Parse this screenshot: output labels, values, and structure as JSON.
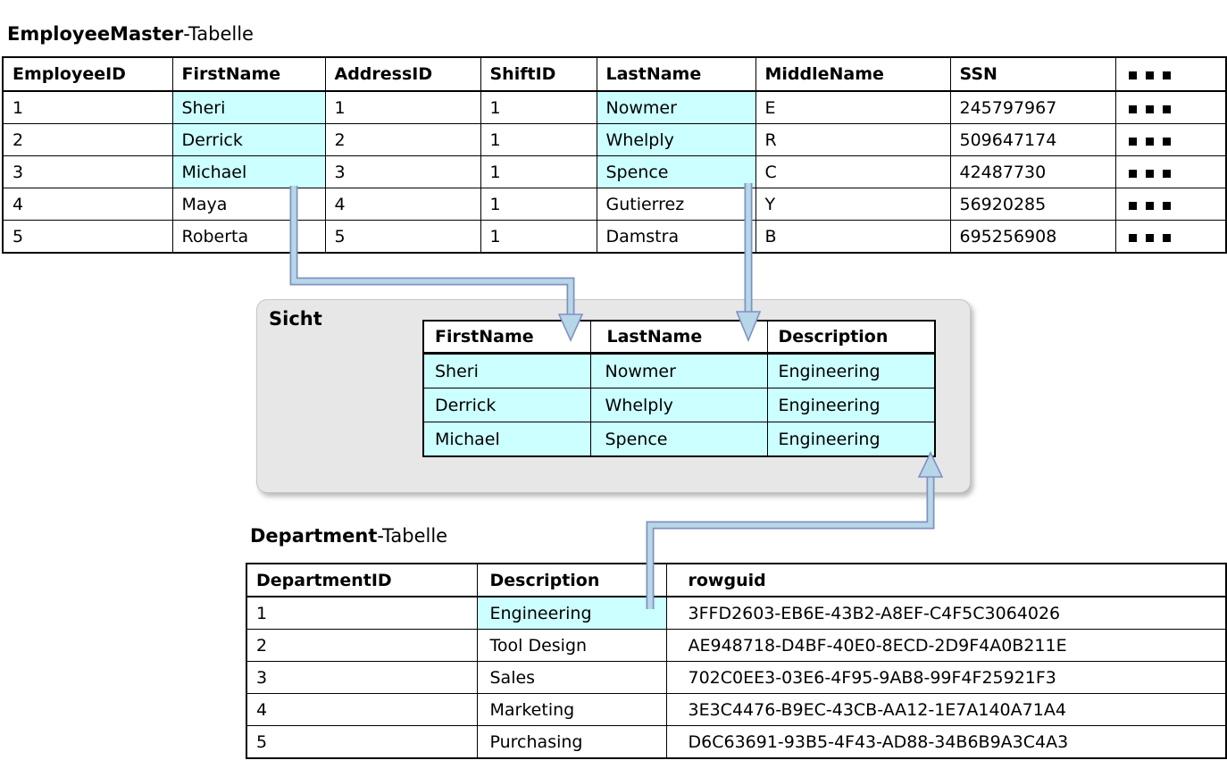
{
  "employee_table": {
    "title_bold": "EmployeeMaster",
    "title_suffix": "-Tabelle",
    "headers": [
      "EmployeeID",
      "FirstName",
      "AddressID",
      "ShiftID",
      "LastName",
      "MiddleName",
      "SSN"
    ],
    "more_columns_icon": "three-squares",
    "rows": [
      [
        "1",
        "Sheri",
        "1",
        "1",
        "Nowmer",
        "E",
        "245797967"
      ],
      [
        "2",
        "Derrick",
        "2",
        "1",
        "Whelply",
        "R",
        "509647174"
      ],
      [
        "3",
        "Michael",
        "3",
        "1",
        "Spence",
        "C",
        "42487730"
      ],
      [
        "4",
        "Maya",
        "4",
        "1",
        "Gutierrez",
        "Y",
        "56920285"
      ],
      [
        "5",
        "Roberta",
        "5",
        "1",
        "Damstra",
        "B",
        "695256908"
      ]
    ]
  },
  "view_panel": {
    "label": "Sicht",
    "headers": [
      "FirstName",
      "LastName",
      "Description"
    ],
    "rows": [
      [
        "Sheri",
        "Nowmer",
        "Engineering"
      ],
      [
        "Derrick",
        "Whelply",
        "Engineering"
      ],
      [
        "Michael",
        "Spence",
        "Engineering"
      ]
    ]
  },
  "department_table": {
    "title_bold": "Department",
    "title_suffix": "-Tabelle",
    "headers": [
      "DepartmentID",
      "Description",
      "rowguid"
    ],
    "rows": [
      [
        "1",
        "Engineering",
        "3FFD2603-EB6E-43B2-A8EF-C4F5C3064026"
      ],
      [
        "2",
        "Tool Design",
        "AE948718-D4BF-40E0-8ECD-2D9F4A0B211E"
      ],
      [
        "3",
        "Sales",
        "702C0EE3-03E6-4F95-9AB8-99F4F25921F3"
      ],
      [
        "4",
        "Marketing",
        "3E3C4476-B9EC-43CB-AA12-1E7A140A71A4"
      ],
      [
        "5",
        "Purchasing",
        "D6C63691-93B5-4F43-AD88-34B6B9A3C4A3"
      ]
    ]
  },
  "colors": {
    "highlight_cyan": "#ccffff",
    "arrow_fill": "#b7d7e9",
    "arrow_border": "#8091c1",
    "panel_bg": "#e7e7e7",
    "table_border": "#000000"
  }
}
